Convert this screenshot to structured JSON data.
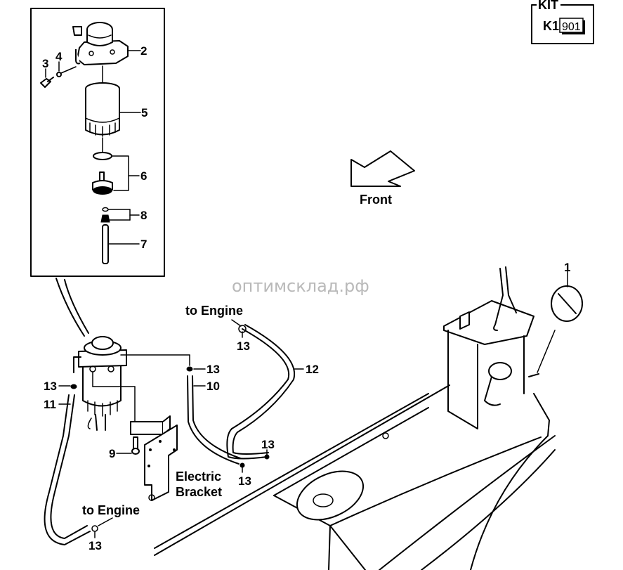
{
  "kit": {
    "title": "KIT",
    "code": "K1",
    "number": "901"
  },
  "orientation": {
    "label": "Front"
  },
  "watermark": "оптимсклад.рф",
  "captions": {
    "to_engine_top": "to Engine",
    "to_engine_bottom": "to Engine",
    "electric_line1": "Electric",
    "electric_line2": "Bracket"
  },
  "callouts": {
    "c1": "1",
    "c2": "2",
    "c3": "3",
    "c4": "4",
    "c5": "5",
    "c6": "6",
    "c7": "7",
    "c8": "8",
    "c9": "9",
    "c10": "10",
    "c11": "11",
    "c12": "12",
    "c13_a": "13",
    "c13_b": "13",
    "c13_c": "13",
    "c13_d": "13",
    "c13_e": "13",
    "c13_f": "13"
  }
}
